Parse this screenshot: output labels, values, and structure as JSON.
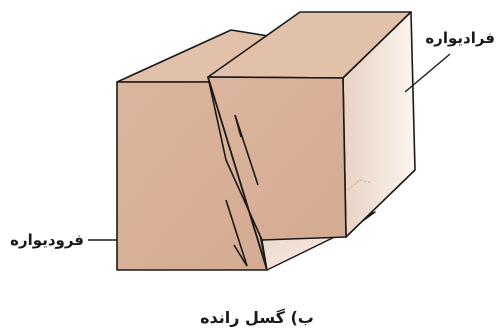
{
  "labels": {
    "hanging_wall": "فرادیواره",
    "footwall": "فرودیواره",
    "caption": "ب) گسل رانده"
  },
  "colors": {
    "block_top": "#e2c1ab",
    "block_front": "#d9b29a",
    "block_side": "#f5e8df",
    "block_side_shadow": "#e7cdbd",
    "outline": "#1a1a1a"
  }
}
